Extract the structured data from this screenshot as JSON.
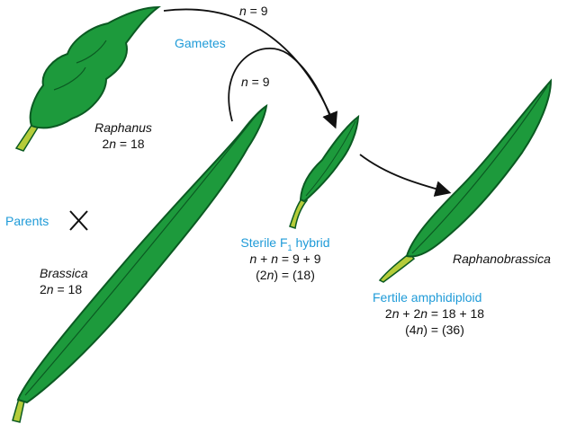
{
  "colors": {
    "pod": "#1d9a3c",
    "pod_dark": "#0b5a22",
    "stem": "#b5cc3a",
    "label_blue": "#1f9bd8"
  },
  "gametes": {
    "label": "Gametes",
    "top": {
      "var": "n",
      "rest": " = 9"
    },
    "lower": {
      "var": "n",
      "rest": " = 9"
    }
  },
  "raphanus": {
    "name": "Raphanus",
    "eq": {
      "a": "2",
      "var": "n",
      "rest": " = 18"
    }
  },
  "parents": {
    "label": "Parents",
    "cross_symbol": "×"
  },
  "brassica": {
    "name": "Brassica",
    "eq": {
      "a": "2",
      "var": "n",
      "rest": " = 18"
    }
  },
  "hybrid": {
    "title_a": "Sterile F",
    "title_sub": "1",
    "title_b": " hybrid",
    "eq1": {
      "v1": "n",
      "mid": " + ",
      "v2": "n",
      "rest": " = 9 + 9"
    },
    "eq2": {
      "a": "(2",
      "var": "n",
      "rest": ") = (18)"
    }
  },
  "amphidiploid": {
    "name": "Raphanobrassica",
    "title": "Fertile amphidiploid",
    "eq1": {
      "a": "2",
      "v1": "n",
      "mid": " + 2",
      "v2": "n",
      "rest": " = 18 + 18"
    },
    "eq2": {
      "a": "(4",
      "var": "n",
      "rest": ") = (36)"
    }
  }
}
